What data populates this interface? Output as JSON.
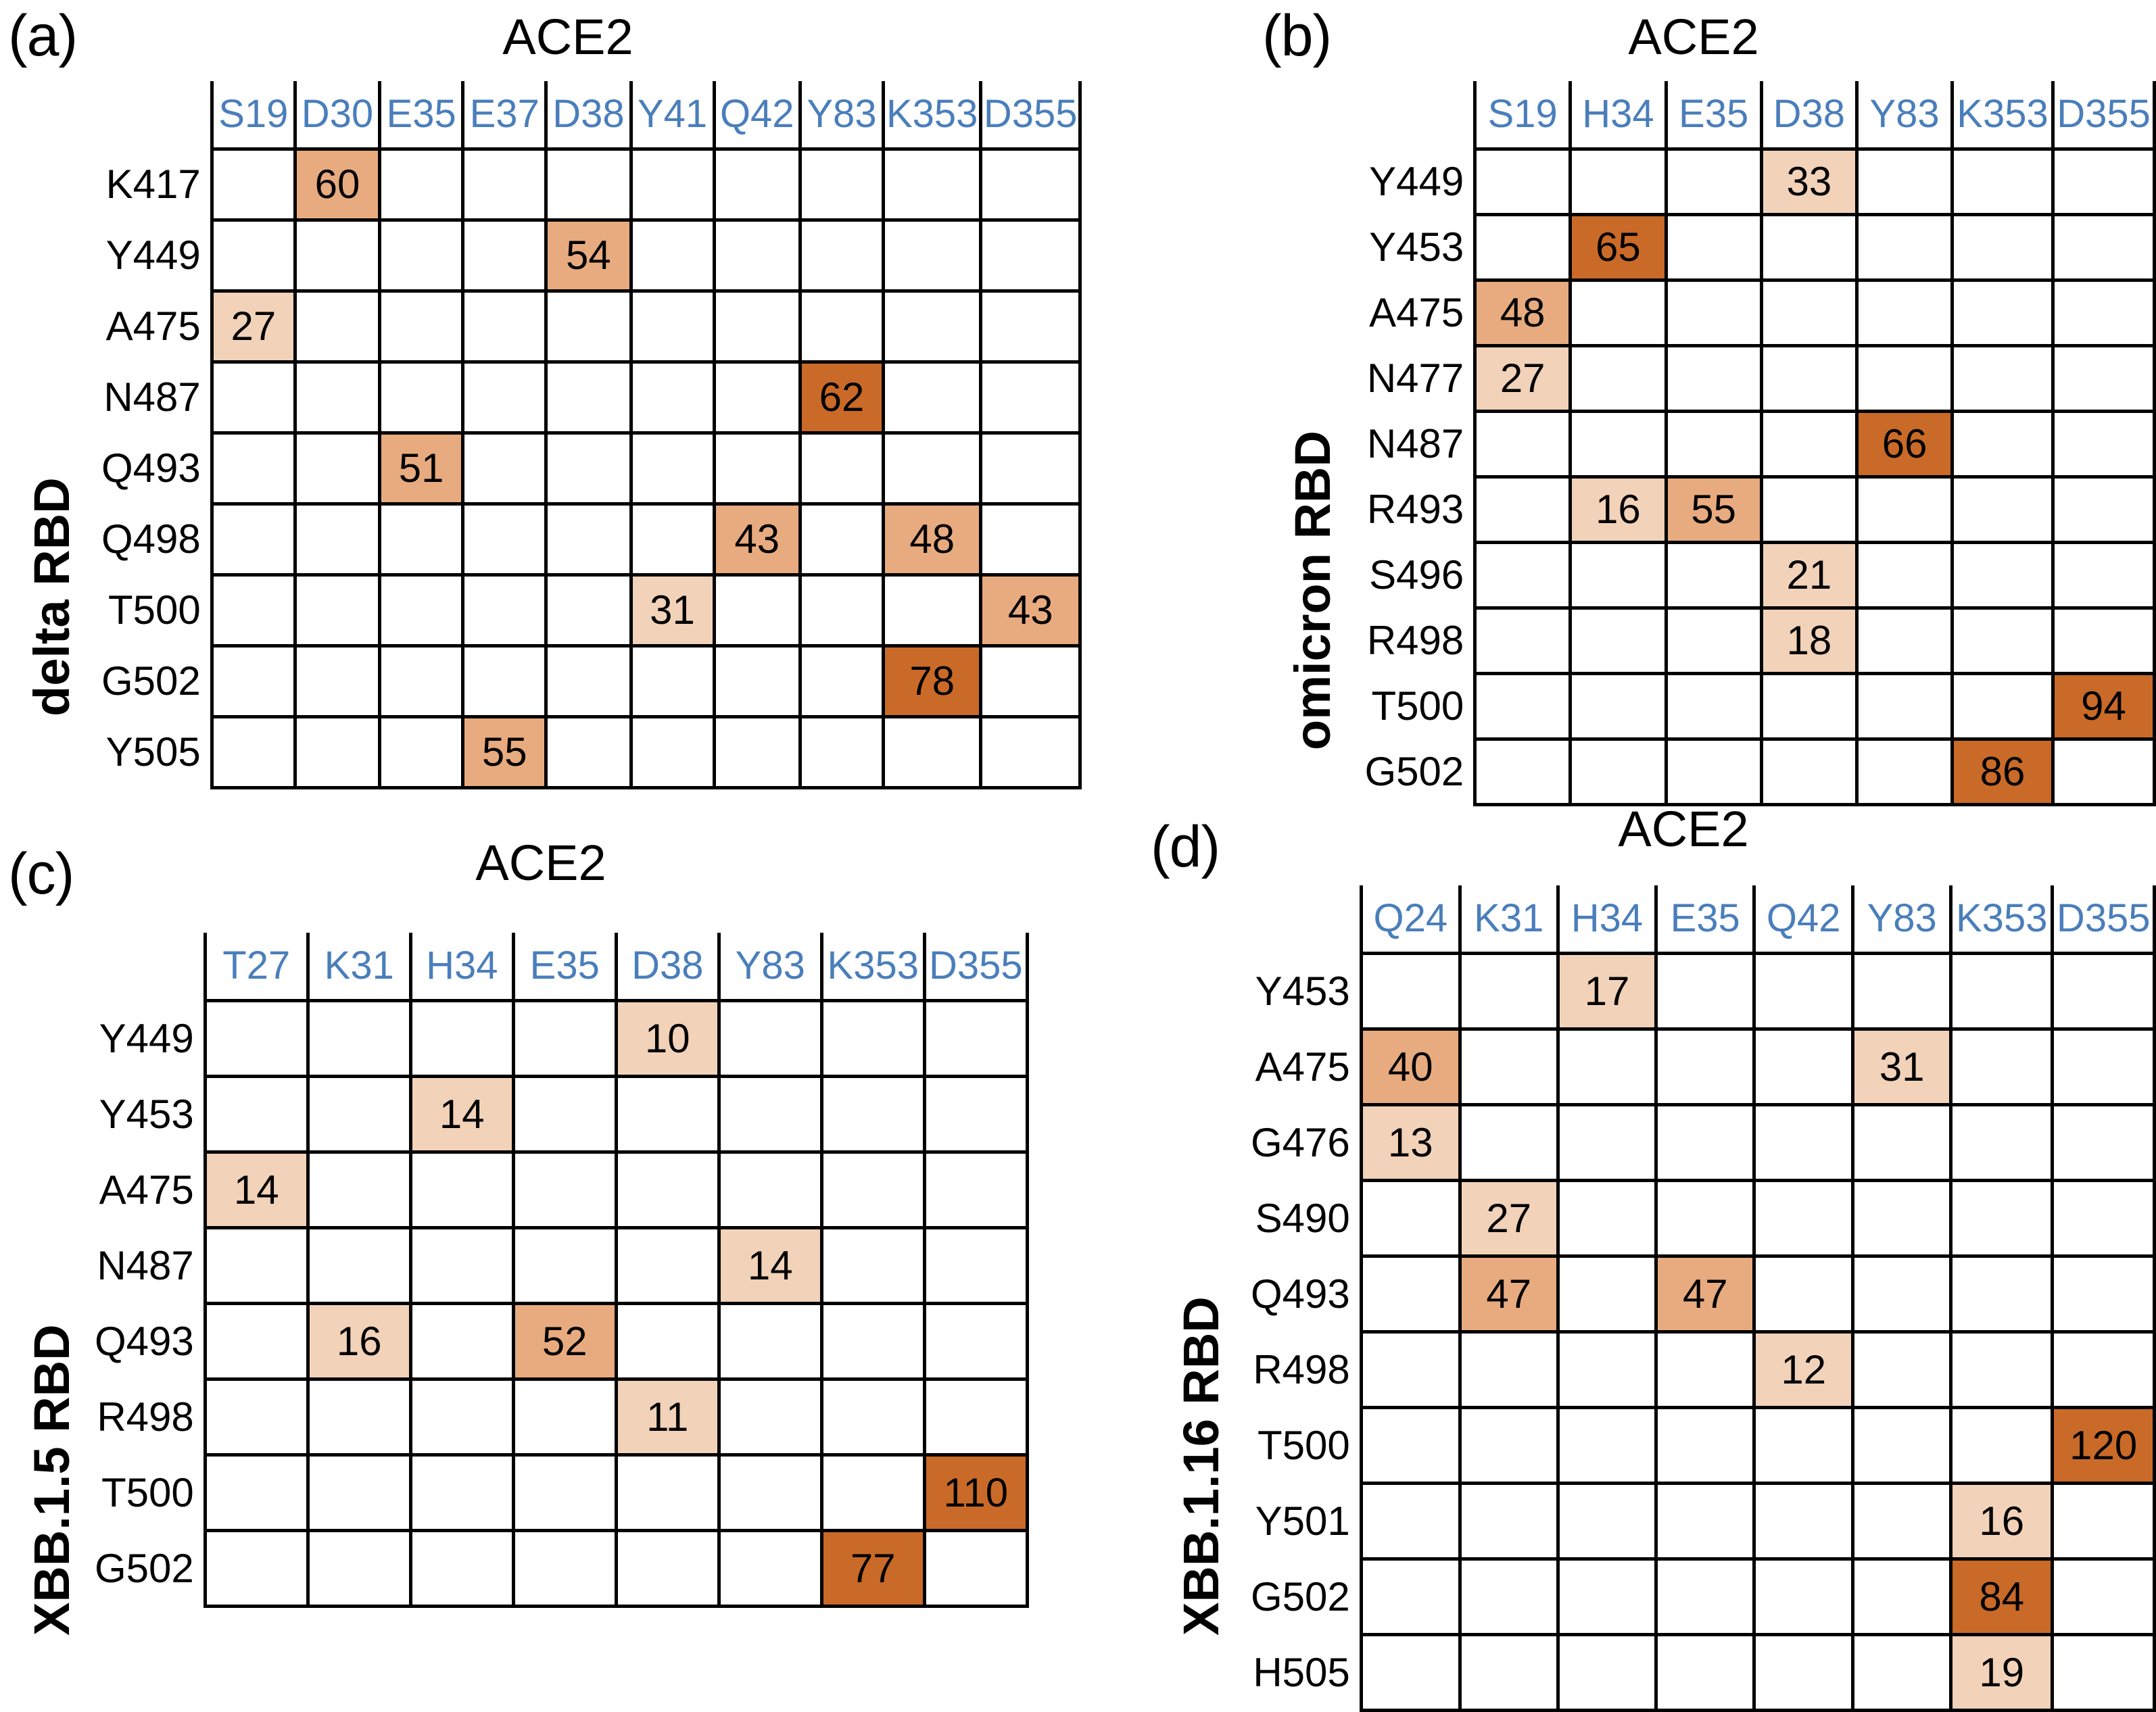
{
  "figure": {
    "column_axis_title": "ACE2",
    "colors": {
      "light": "#f2d2b8",
      "medium": "#e8ab7f",
      "dark": "#c96a28",
      "header_blue": "#4a7ebb",
      "grid_black": "#000000",
      "background": "#ffffff"
    },
    "color_thresholds": {
      "light_max": 35,
      "medium_max": 60
    }
  },
  "chart_data": [
    {
      "id": "panel-a",
      "type": "heatmap",
      "panel_label": "(a)",
      "title": "ACE2",
      "xlabel": "ACE2",
      "ylabel": "delta RBD",
      "columns": [
        "S19",
        "D30",
        "E35",
        "E37",
        "D38",
        "Y41",
        "Q42",
        "Y83",
        "K353",
        "D355"
      ],
      "rows": [
        "K417",
        "Y449",
        "A475",
        "N487",
        "Q493",
        "Q498",
        "T500",
        "G502",
        "Y505"
      ],
      "values": [
        [
          null,
          60,
          null,
          null,
          null,
          null,
          null,
          null,
          null,
          null
        ],
        [
          null,
          null,
          null,
          null,
          54,
          null,
          null,
          null,
          null,
          null
        ],
        [
          27,
          null,
          null,
          null,
          null,
          null,
          null,
          null,
          null,
          null
        ],
        [
          null,
          null,
          null,
          null,
          null,
          null,
          null,
          62,
          null,
          null
        ],
        [
          null,
          null,
          51,
          null,
          null,
          null,
          null,
          null,
          null,
          null
        ],
        [
          null,
          null,
          null,
          null,
          null,
          null,
          43,
          null,
          48,
          null
        ],
        [
          null,
          null,
          null,
          null,
          null,
          31,
          null,
          null,
          null,
          43
        ],
        [
          null,
          null,
          null,
          null,
          null,
          null,
          null,
          null,
          78,
          null
        ],
        [
          null,
          null,
          null,
          55,
          null,
          null,
          null,
          null,
          null,
          null
        ]
      ]
    },
    {
      "id": "panel-b",
      "type": "heatmap",
      "panel_label": "(b)",
      "title": "ACE2",
      "xlabel": "ACE2",
      "ylabel": "omicron RBD",
      "columns": [
        "S19",
        "H34",
        "E35",
        "D38",
        "Y83",
        "K353",
        "D355"
      ],
      "rows": [
        "Y449",
        "Y453",
        "A475",
        "N477",
        "N487",
        "R493",
        "S496",
        "R498",
        "T500",
        "G502"
      ],
      "values": [
        [
          null,
          null,
          null,
          33,
          null,
          null,
          null
        ],
        [
          null,
          65,
          null,
          null,
          null,
          null,
          null
        ],
        [
          48,
          null,
          null,
          null,
          null,
          null,
          null
        ],
        [
          27,
          null,
          null,
          null,
          null,
          null,
          null
        ],
        [
          null,
          null,
          null,
          null,
          66,
          null,
          null
        ],
        [
          null,
          16,
          55,
          null,
          null,
          null,
          null
        ],
        [
          null,
          null,
          null,
          21,
          null,
          null,
          null
        ],
        [
          null,
          null,
          null,
          18,
          null,
          null,
          null
        ],
        [
          null,
          null,
          null,
          null,
          null,
          null,
          94
        ],
        [
          null,
          null,
          null,
          null,
          null,
          86,
          null
        ]
      ]
    },
    {
      "id": "panel-c",
      "type": "heatmap",
      "panel_label": "(c)",
      "title": "ACE2",
      "xlabel": "ACE2",
      "ylabel": "XBB.1.5 RBD",
      "columns": [
        "T27",
        "K31",
        "H34",
        "E35",
        "D38",
        "Y83",
        "K353",
        "D355"
      ],
      "rows": [
        "Y449",
        "Y453",
        "A475",
        "N487",
        "Q493",
        "R498",
        "T500",
        "G502"
      ],
      "values": [
        [
          null,
          null,
          null,
          null,
          10,
          null,
          null,
          null
        ],
        [
          null,
          null,
          14,
          null,
          null,
          null,
          null,
          null
        ],
        [
          14,
          null,
          null,
          null,
          null,
          null,
          null,
          null
        ],
        [
          null,
          null,
          null,
          null,
          null,
          14,
          null,
          null
        ],
        [
          null,
          16,
          null,
          52,
          null,
          null,
          null,
          null
        ],
        [
          null,
          null,
          null,
          null,
          11,
          null,
          null,
          null
        ],
        [
          null,
          null,
          null,
          null,
          null,
          null,
          null,
          110
        ],
        [
          null,
          null,
          null,
          null,
          null,
          null,
          77,
          null
        ]
      ]
    },
    {
      "id": "panel-d",
      "type": "heatmap",
      "panel_label": "(d)",
      "title": "ACE2",
      "xlabel": "ACE2",
      "ylabel": "XBB.1.16 RBD",
      "columns": [
        "Q24",
        "K31",
        "H34",
        "E35",
        "Q42",
        "Y83",
        "K353",
        "D355"
      ],
      "rows": [
        "Y453",
        "A475",
        "G476",
        "S490",
        "Q493",
        "R498",
        "T500",
        "Y501",
        "G502",
        "H505"
      ],
      "values": [
        [
          null,
          null,
          17,
          null,
          null,
          null,
          null,
          null
        ],
        [
          40,
          null,
          null,
          null,
          null,
          31,
          null,
          null
        ],
        [
          13,
          null,
          null,
          null,
          null,
          null,
          null,
          null
        ],
        [
          null,
          27,
          null,
          null,
          null,
          null,
          null,
          null
        ],
        [
          null,
          47,
          null,
          47,
          null,
          null,
          null,
          null
        ],
        [
          null,
          null,
          null,
          null,
          12,
          null,
          null,
          null
        ],
        [
          null,
          null,
          null,
          null,
          null,
          null,
          null,
          120
        ],
        [
          null,
          null,
          null,
          null,
          null,
          null,
          16,
          null
        ],
        [
          null,
          null,
          null,
          null,
          null,
          null,
          84,
          null
        ],
        [
          null,
          null,
          null,
          null,
          null,
          null,
          19,
          null
        ]
      ]
    }
  ]
}
